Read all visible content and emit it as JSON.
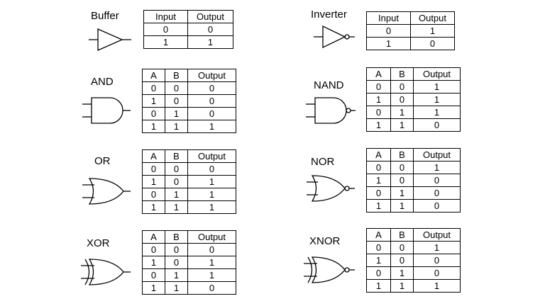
{
  "gates": [
    {
      "key": "buffer",
      "name": "Buffer",
      "headers": [
        "Input",
        "Output"
      ],
      "rows": [
        [
          "0",
          "0"
        ],
        [
          "1",
          "1"
        ]
      ]
    },
    {
      "key": "inverter",
      "name": "Inverter",
      "headers": [
        "Input",
        "Output"
      ],
      "rows": [
        [
          "0",
          "1"
        ],
        [
          "1",
          "0"
        ]
      ]
    },
    {
      "key": "and",
      "name": "AND",
      "headers": [
        "A",
        "B",
        "Output"
      ],
      "rows": [
        [
          "0",
          "0",
          "0"
        ],
        [
          "1",
          "0",
          "0"
        ],
        [
          "0",
          "1",
          "0"
        ],
        [
          "1",
          "1",
          "1"
        ]
      ]
    },
    {
      "key": "nand",
      "name": "NAND",
      "headers": [
        "A",
        "B",
        "Output"
      ],
      "rows": [
        [
          "0",
          "0",
          "1"
        ],
        [
          "1",
          "0",
          "1"
        ],
        [
          "0",
          "1",
          "1"
        ],
        [
          "1",
          "1",
          "0"
        ]
      ]
    },
    {
      "key": "or",
      "name": "OR",
      "headers": [
        "A",
        "B",
        "Output"
      ],
      "rows": [
        [
          "0",
          "0",
          "0"
        ],
        [
          "1",
          "0",
          "1"
        ],
        [
          "0",
          "1",
          "1"
        ],
        [
          "1",
          "1",
          "1"
        ]
      ]
    },
    {
      "key": "nor",
      "name": "NOR",
      "headers": [
        "A",
        "B",
        "Output"
      ],
      "rows": [
        [
          "0",
          "0",
          "1"
        ],
        [
          "1",
          "0",
          "0"
        ],
        [
          "0",
          "1",
          "0"
        ],
        [
          "1",
          "1",
          "0"
        ]
      ]
    },
    {
      "key": "xor",
      "name": "XOR",
      "headers": [
        "A",
        "B",
        "Output"
      ],
      "rows": [
        [
          "0",
          "0",
          "0"
        ],
        [
          "1",
          "0",
          "1"
        ],
        [
          "0",
          "1",
          "1"
        ],
        [
          "1",
          "1",
          "0"
        ]
      ]
    },
    {
      "key": "xnor",
      "name": "XNOR",
      "headers": [
        "A",
        "B",
        "Output"
      ],
      "rows": [
        [
          "0",
          "0",
          "1"
        ],
        [
          "1",
          "0",
          "0"
        ],
        [
          "0",
          "1",
          "0"
        ],
        [
          "1",
          "1",
          "1"
        ]
      ]
    }
  ]
}
